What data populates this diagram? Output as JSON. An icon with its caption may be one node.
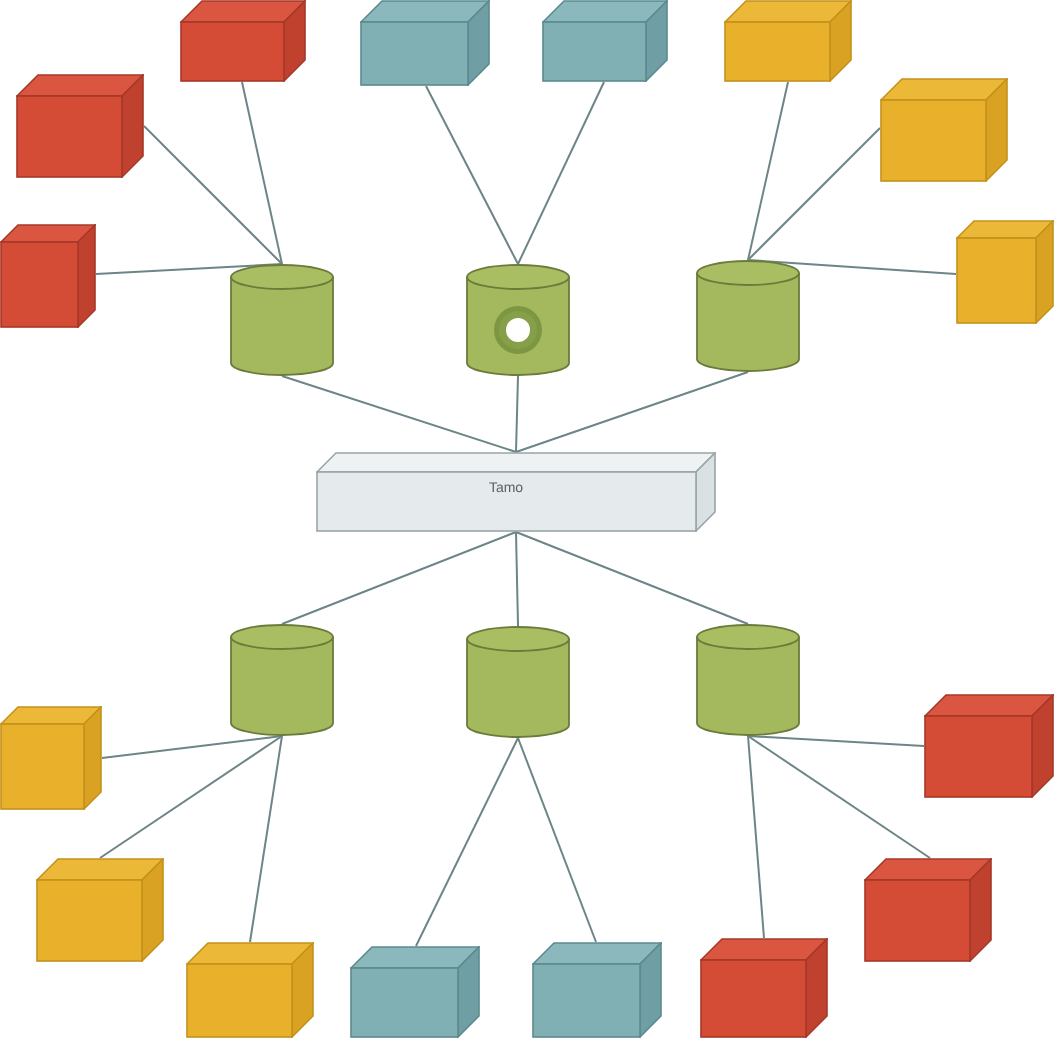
{
  "diagram": {
    "nodes": [
      {
        "text": [],
        "shape": "box"
      },
      {
        "text": [],
        "shape": "box"
      },
      {
        "text": [],
        "shape": "box"
      },
      {
        "text": [],
        "shape": "box"
      },
      {
        "text": [],
        "shape": "box"
      },
      {
        "text": [],
        "shape": "box"
      },
      {
        "text": [],
        "shape": "box"
      },
      {
        "text": [],
        "shape": "box"
      },
      {
        "text": [],
        "shape": "cylinder"
      },
      {
        "text": [],
        "shape": "cylinder"
      },
      {
        "text": [],
        "shape": "cylinder"
      },
      {
        "text": [
          "Tamo"
        ]
      },
      {
        "text": [],
        "shape": "cylinder"
      },
      {
        "text": [],
        "shape": "cylinder"
      },
      {
        "text": [],
        "shape": "cylinder"
      },
      {
        "text": [],
        "shape": "box"
      },
      {
        "text": [],
        "shape": "box"
      },
      {
        "text": [],
        "shape": "box"
      },
      {
        "text": [],
        "shape": "box"
      },
      {
        "text": [],
        "shape": "box"
      },
      {
        "text": [],
        "shape": "box"
      },
      {
        "text": [],
        "shape": "box"
      },
      {
        "text": [],
        "shape": "box"
      }
    ],
    "edges": [
      {
        "from": 8,
        "to": 0,
        "arrow": "none"
      },
      {
        "from": 8,
        "to": 4,
        "arrow": "none"
      },
      {
        "from": 8,
        "to": 6,
        "arrow": "none"
      },
      {
        "from": 9,
        "to": 1,
        "arrow": "none"
      },
      {
        "from": 9,
        "to": 2,
        "arrow": "none"
      },
      {
        "from": 10,
        "to": 3,
        "arrow": "none"
      },
      {
        "from": 10,
        "to": 5,
        "arrow": "none"
      },
      {
        "from": 10,
        "to": 7,
        "arrow": "none"
      },
      {
        "from": 8,
        "to": 11,
        "arrow": "none"
      },
      {
        "from": 9,
        "to": 11,
        "arrow": "none"
      },
      {
        "from": 10,
        "to": 11,
        "arrow": "none"
      },
      {
        "from": 11,
        "to": 12,
        "arrow": "none"
      },
      {
        "from": 11,
        "to": 13,
        "arrow": "none"
      },
      {
        "from": 11,
        "to": 14,
        "arrow": "none"
      },
      {
        "from": 12,
        "to": 15,
        "arrow": "none"
      },
      {
        "from": 12,
        "to": 17,
        "arrow": "none"
      },
      {
        "from": 12,
        "to": 19,
        "arrow": "none"
      },
      {
        "from": 13,
        "to": 20,
        "arrow": "none"
      },
      {
        "from": 13,
        "to": 21,
        "arrow": "none"
      },
      {
        "from": 14,
        "to": 16,
        "arrow": "none"
      },
      {
        "from": 14,
        "to": 18,
        "arrow": "none"
      },
      {
        "from": 14,
        "to": 22,
        "arrow": "none"
      }
    ]
  }
}
